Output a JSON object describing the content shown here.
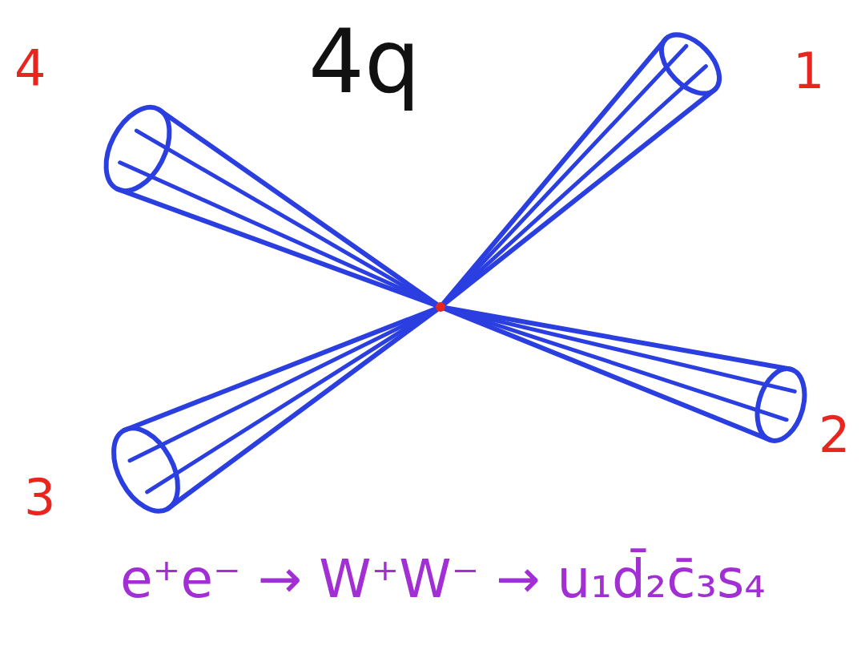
{
  "diagram": {
    "title": "4q",
    "labels": [
      "4",
      "1",
      "3",
      "2",
      "e⁺e⁻ → W⁺W⁻ → u₁d̄₂c̄₃s₄"
    ]
  }
}
